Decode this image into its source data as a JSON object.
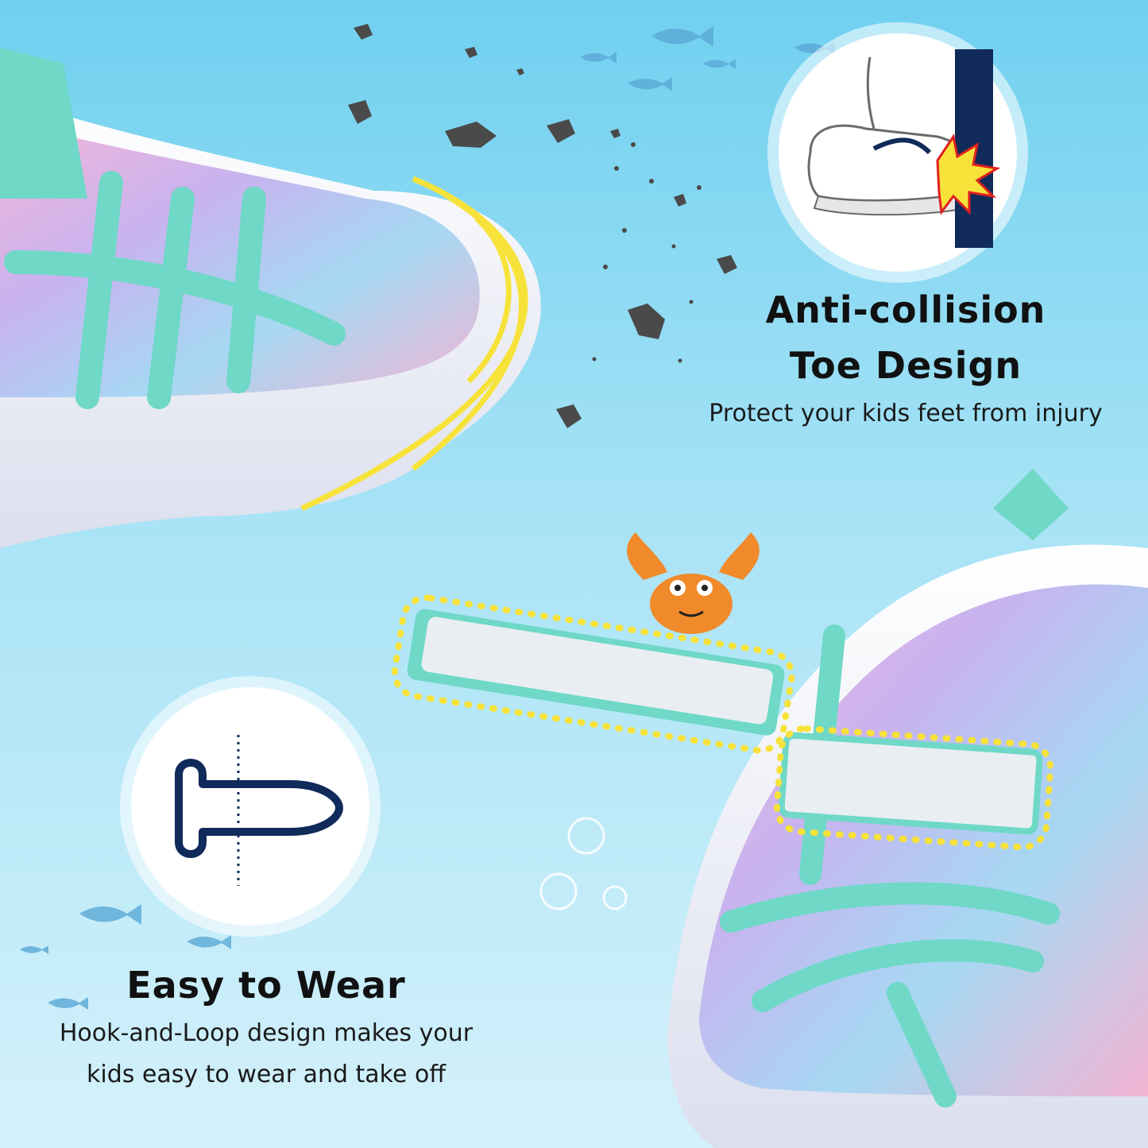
{
  "features": {
    "anti_collision": {
      "title_line1": "Anti-collision",
      "title_line2": "Toe Design",
      "subtitle": "Protect your kids feet from injury",
      "icon": "toe-impact-icon"
    },
    "easy_wear": {
      "title": "Easy to Wear",
      "subtitle_line1": "Hook-and-Loop design makes your",
      "subtitle_line2": "kids easy to wear and take off",
      "icon": "hook-and-loop-strap-icon"
    }
  },
  "colors": {
    "background_top": "#6fd0ef",
    "background_bottom": "#d4f1fb",
    "strap_accent": "#6fd8c7",
    "highlight_yellow": "#f7e23a",
    "icon_navy": "#102a5a"
  }
}
